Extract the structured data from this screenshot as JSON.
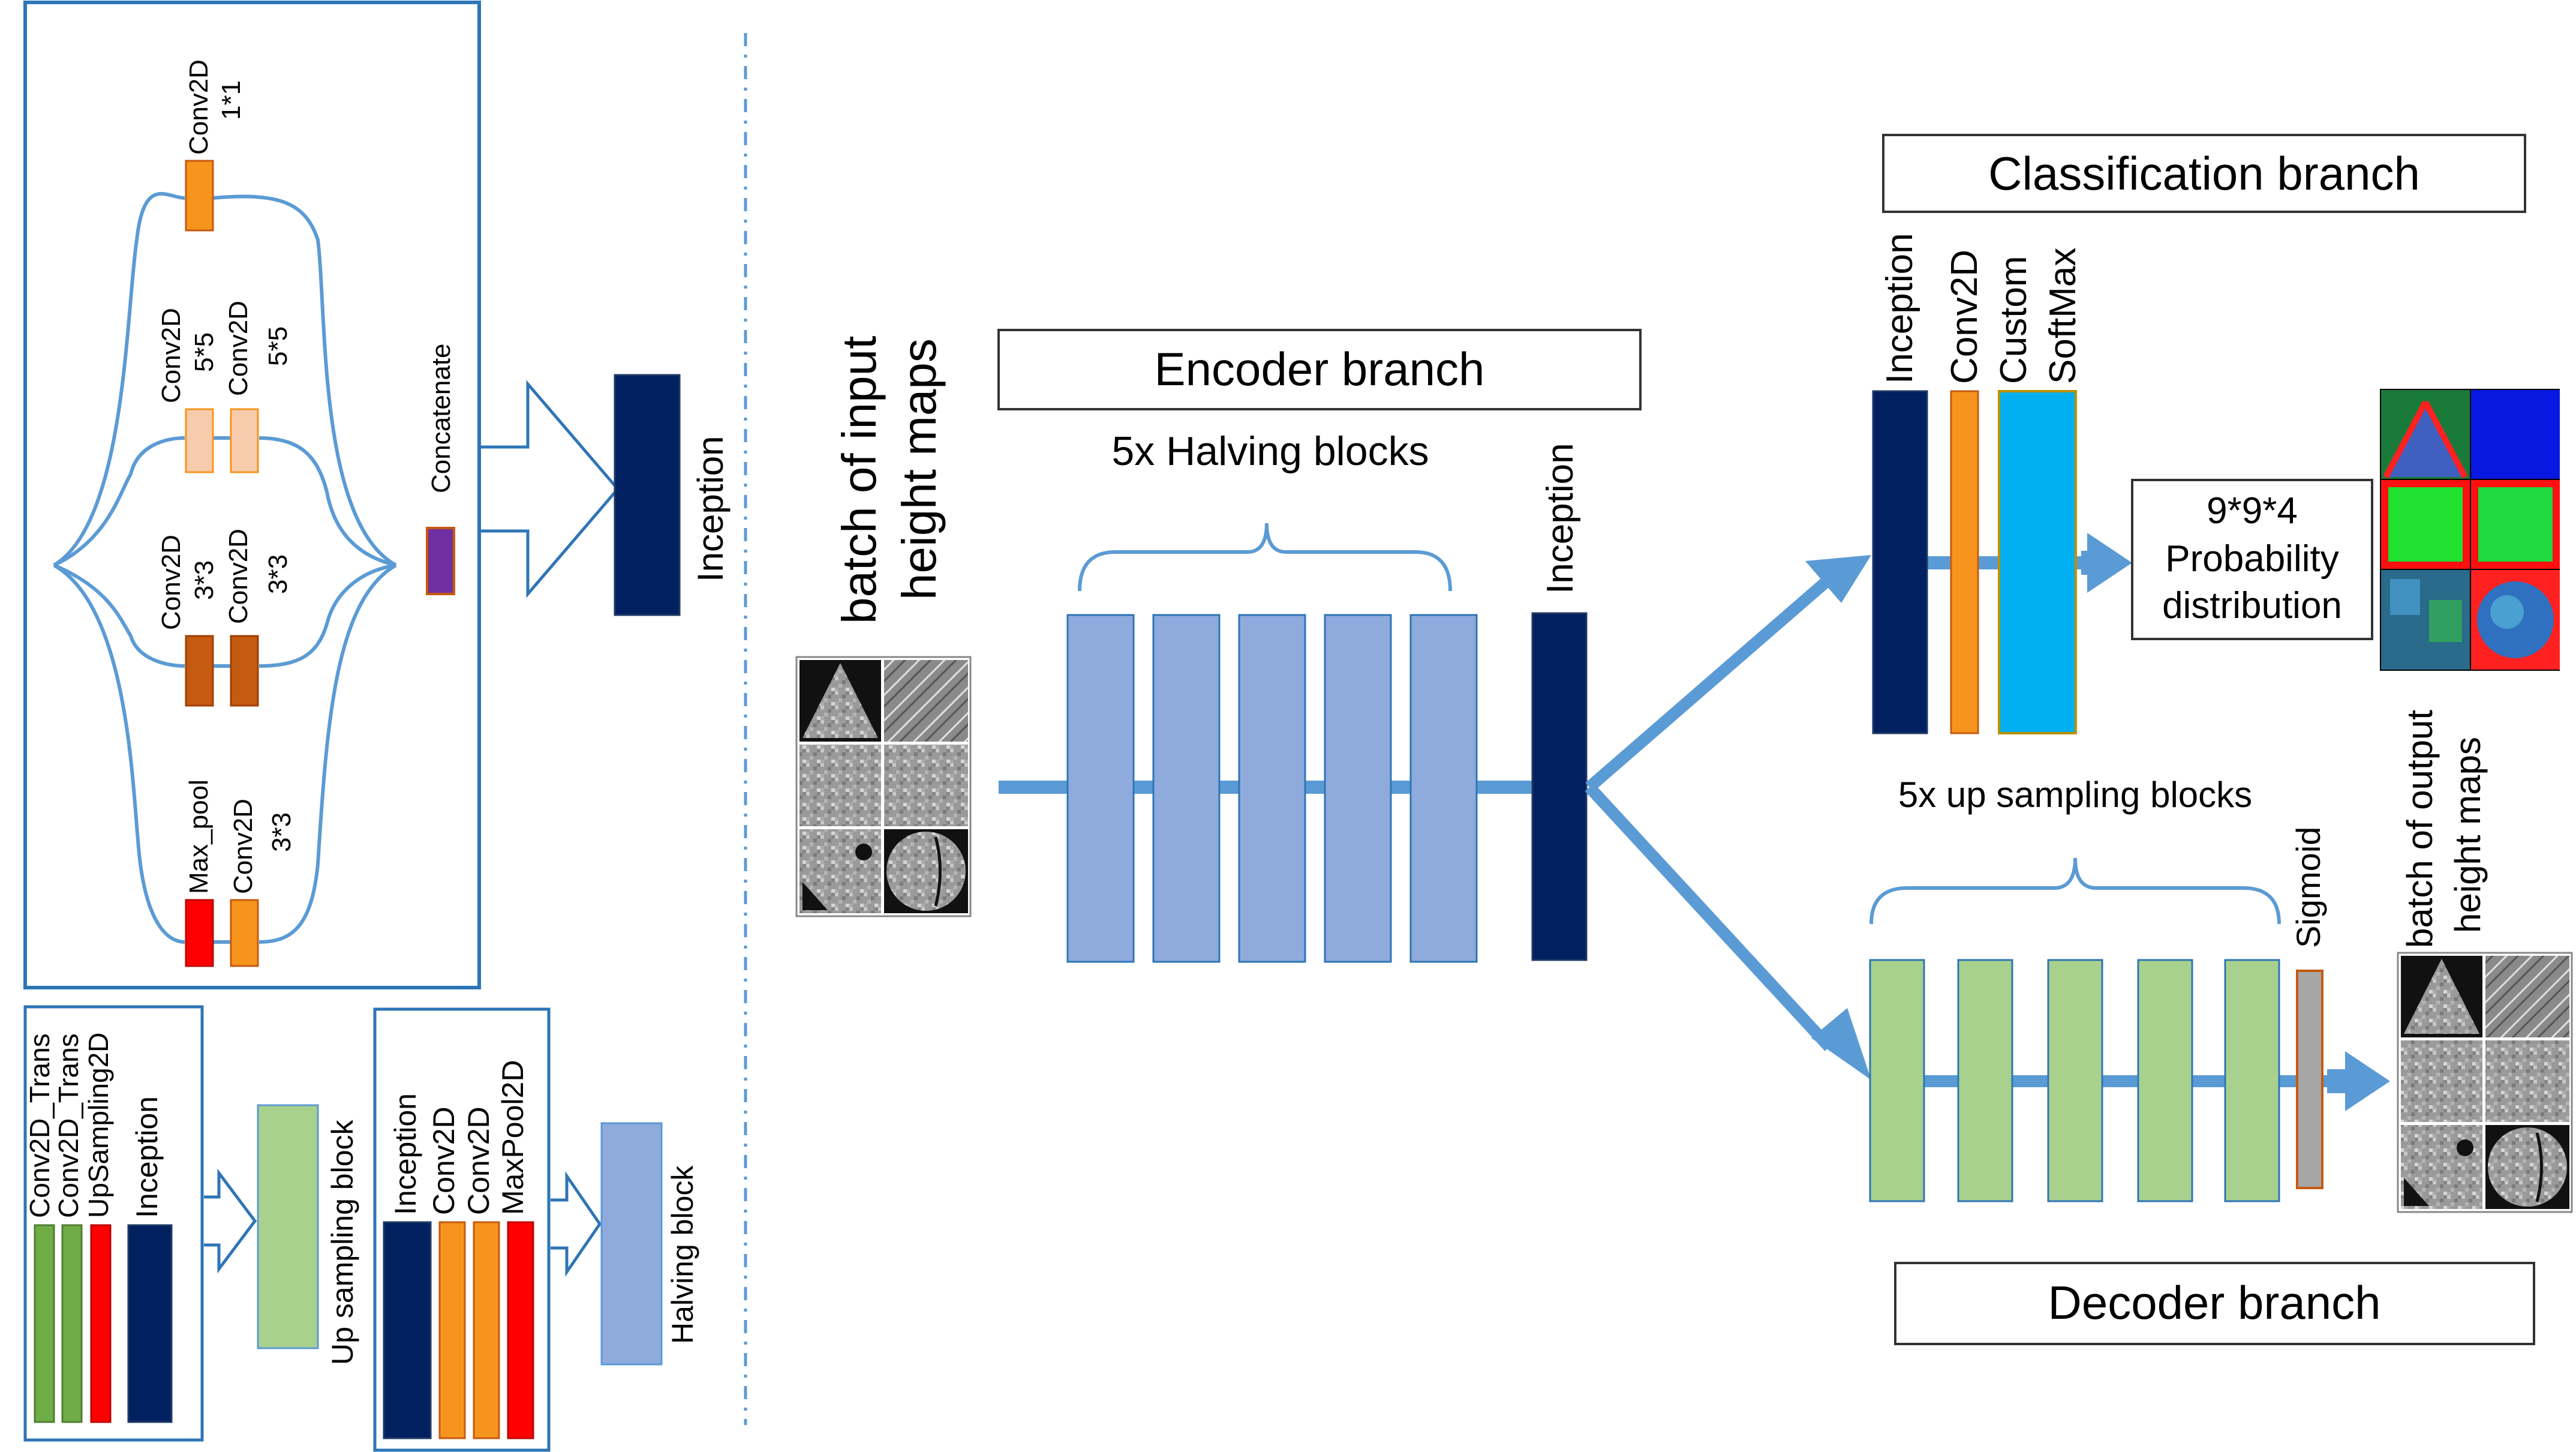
{
  "legend_inception": {
    "conv1": "Conv2D",
    "conv1_size": "1*1",
    "conv5a": "Conv2D",
    "conv5a_size": "5*5",
    "conv5b": "Conv2D",
    "conv5b_size": "5*5",
    "conv3a": "Conv2D",
    "conv3a_size": "3*3",
    "conv3b": "Conv2D",
    "conv3b_size": "3*3",
    "maxpool": "Max_pool",
    "conv3c": "Conv2D",
    "conv3c_size": "3*3",
    "concat": "Concatenate",
    "output": "Inception"
  },
  "legend_upsampling": {
    "items": [
      "Conv2D_Trans",
      "Conv2D_Trans",
      "UpSampling2D",
      "Inception"
    ],
    "output": "Up sampling block"
  },
  "legend_halving": {
    "items": [
      "Inception",
      "Conv2D",
      "Conv2D",
      "MaxPool2D"
    ],
    "output": "Halving block"
  },
  "main": {
    "input_label_line1": "batch of input",
    "input_label_line2": "height maps",
    "encoder_title": "Encoder branch",
    "halving_brace_label": "5x Halving blocks",
    "encoder_inception": "Inception",
    "classification_title": "Classification branch",
    "cls_inception": "Inception",
    "cls_conv": "Conv2D",
    "cls_custom": "Custom",
    "cls_softmax": "SoftMax",
    "prob_line1": "9*9*4",
    "prob_line2": "Probability",
    "prob_line3": "distribution",
    "upsampling_brace_label": "5x up sampling blocks",
    "sigmoid": "Sigmoid",
    "output_label_line1": "batch of output",
    "output_label_line2": "height maps",
    "decoder_title": "Decoder branch"
  },
  "colors": {
    "line_blue": "#5b9bd5",
    "navy": "#002060",
    "orange": "#f7941d",
    "light_orange": "#f8cbad",
    "brown_orange": "#c55a11",
    "red": "#ff0000",
    "purple": "#7030a0",
    "green_dark": "#70ad47",
    "green_light": "#a9d18e",
    "periwinkle": "#8faadc",
    "cyan": "#00b0f0",
    "gray": "#a6a6a6"
  }
}
